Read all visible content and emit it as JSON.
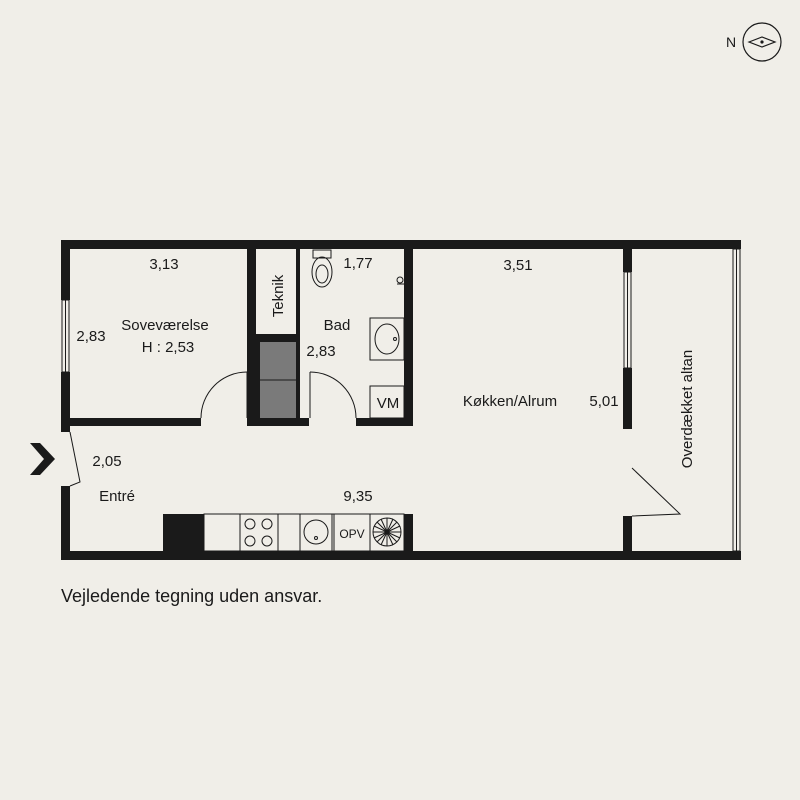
{
  "compass": {
    "north_label": "N"
  },
  "rooms": {
    "bedroom": {
      "name": "Soveværelse",
      "height": "H : 2,53",
      "width": "3,13",
      "depth": "2,83"
    },
    "technical": {
      "name": "Teknik"
    },
    "bathroom": {
      "name": "Bad",
      "width": "1,77",
      "depth": "2,83"
    },
    "kitchen_living": {
      "name": "Køkken/Alrum",
      "width": "3,51",
      "depth": "5,01"
    },
    "entrance": {
      "name": "Entré",
      "depth": "2,05",
      "length": "9,35"
    },
    "balcony": {
      "name": "Overdækket altan"
    }
  },
  "fixtures": {
    "washing_machine": "VM",
    "dishwasher": "OPV"
  },
  "footer": {
    "disclaimer": "Vejledende tegning uden ansvar."
  },
  "colors": {
    "wall": "#1a1a1a",
    "background": "#f0eee8",
    "fixture_fill": "#7a7a7a"
  }
}
